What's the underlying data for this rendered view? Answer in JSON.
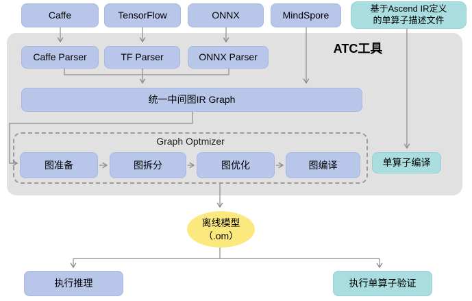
{
  "colors": {
    "framework_box": "#b7c6e9",
    "single_op_box": "#a9dde0",
    "atc_container": "#e1e1e1",
    "offline_model_ellipse": "#fbe97e",
    "connector_line": "#8a8a8a"
  },
  "frameworks": {
    "caffe": "Caffe",
    "tensorflow": "TensorFlow",
    "onnx": "ONNX",
    "mindspore": "MindSpore"
  },
  "op_desc_file": "基于Ascend IR定义\n的单算子描述文件",
  "atc": {
    "title": "ATC工具",
    "parsers": {
      "caffe": "Caffe Parser",
      "tf": "TF Parser",
      "onnx": "ONNX Parser"
    },
    "ir_graph": "统一中间图IR Graph",
    "optimizer": {
      "title": "Graph Optmizer",
      "prepare": "图准备",
      "split": "图拆分",
      "optimize": "图优化",
      "compile": "图编译"
    },
    "op_compile": "单算子编译"
  },
  "offline_model": "离线模型\n（.om）",
  "bottom": {
    "inference": "执行推理",
    "op_verify": "执行单算子验证"
  }
}
